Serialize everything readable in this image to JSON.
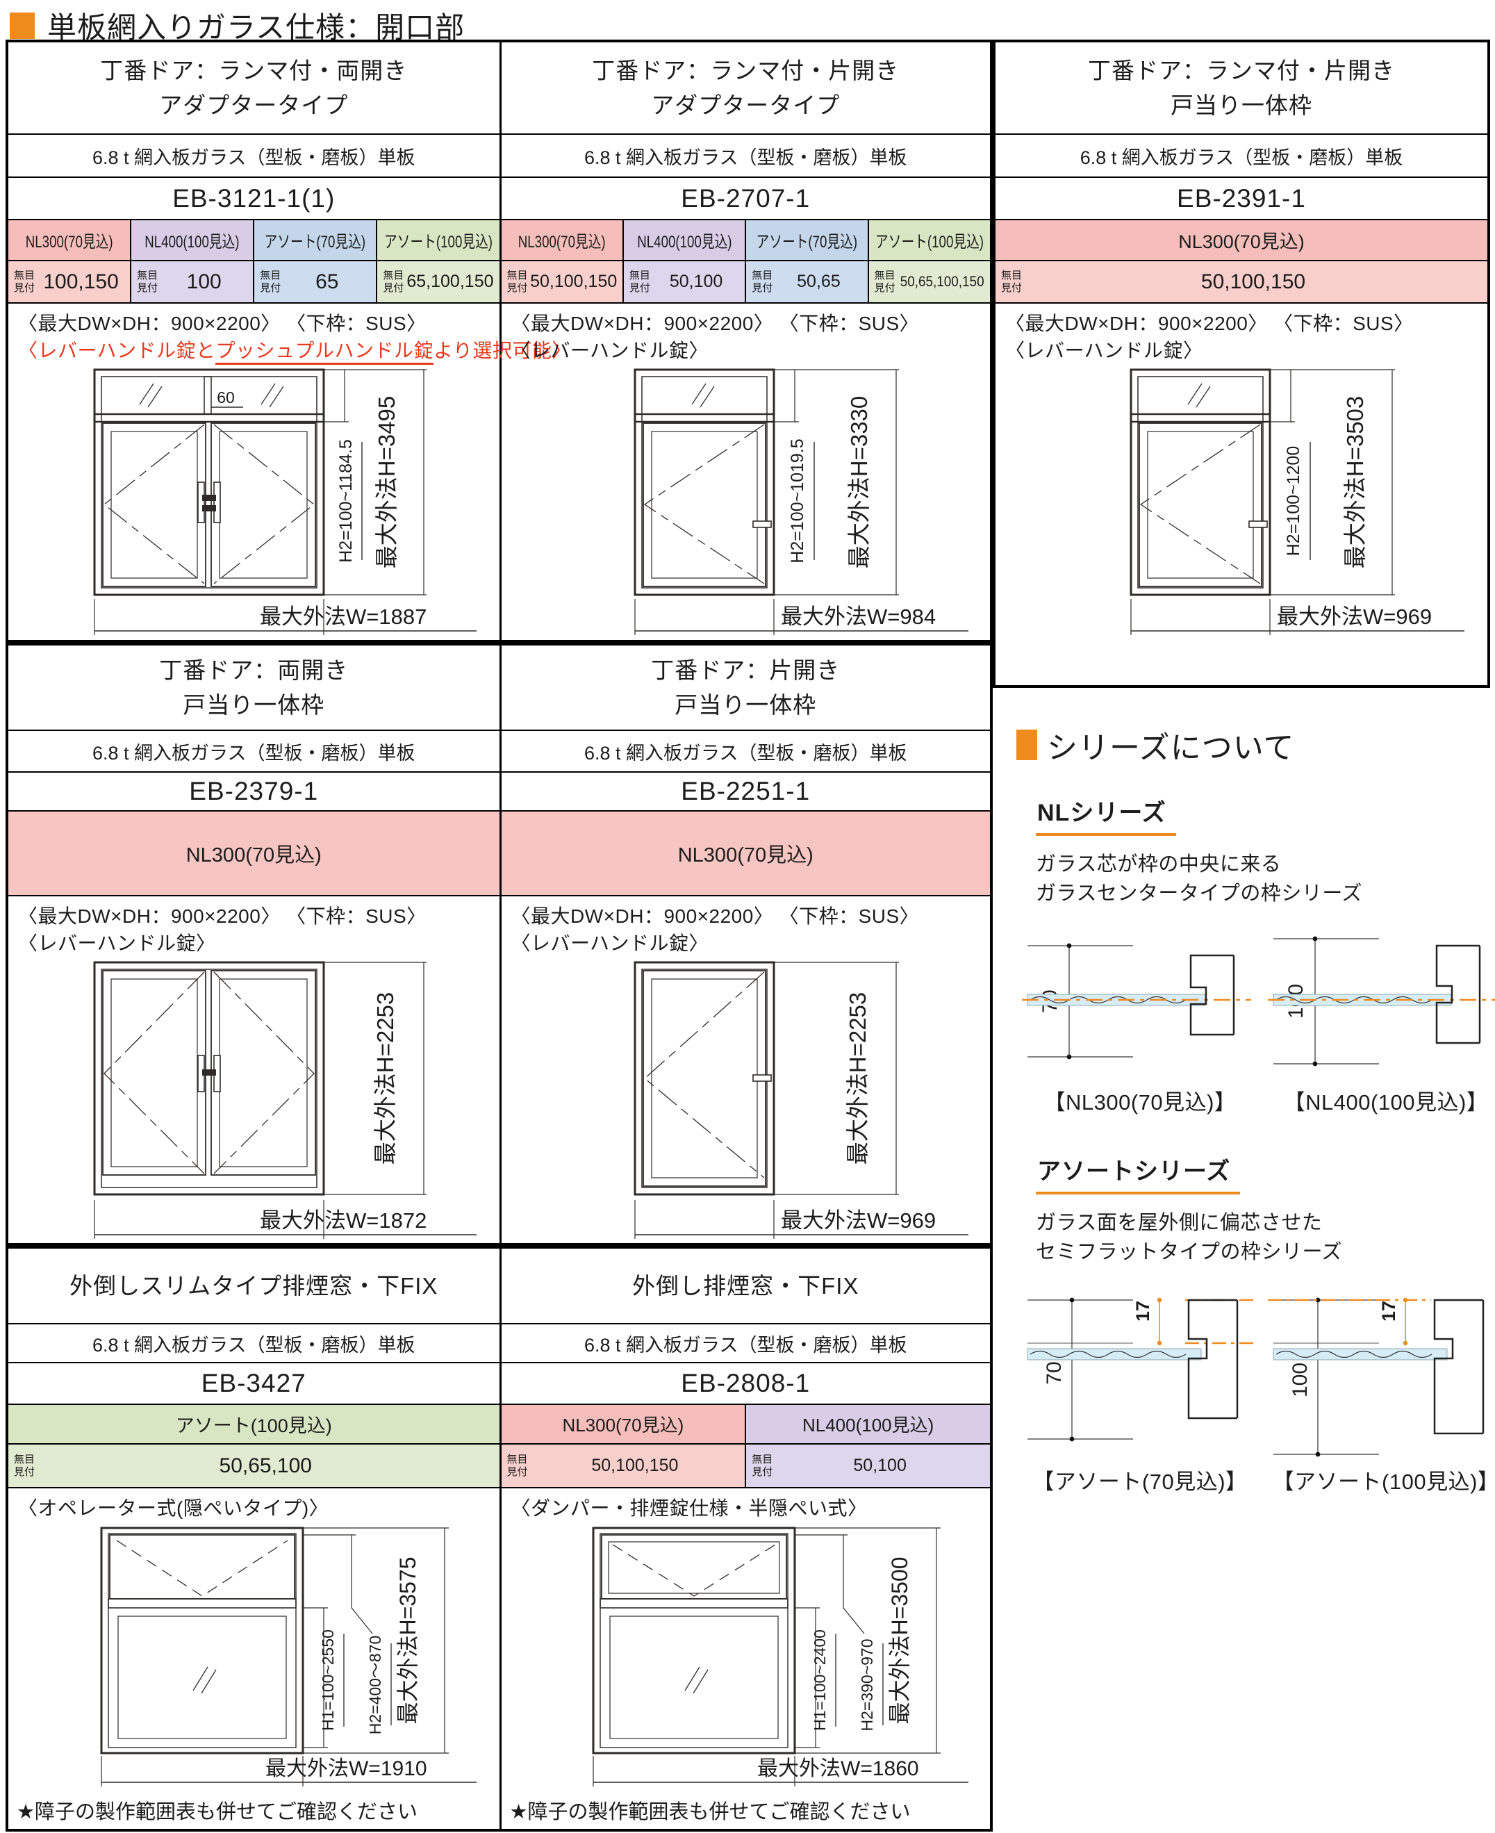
{
  "palette": {
    "accent_orange": "#ef8a1c",
    "warning_red": "#e8391d",
    "series_pink": "#f6beba",
    "series_purple": "#d8cce6",
    "series_blue": "#c4d6ea",
    "series_green": "#d9e6c4",
    "glass_blue": "#d6edf8"
  },
  "header": {
    "title": "単板網入りガラス仕様：開口部"
  },
  "common": {
    "glass_spec": "6.8 t 網入板ガラス（型板・磨板）単板",
    "mujime1": "無目",
    "mujime2": "見付",
    "star_note": "★障子の製作範囲表も併せてご確認ください"
  },
  "cells": {
    "c11": {
      "title1": "丁番ドア：ランマ付・両開き",
      "title2": "アダプタータイプ",
      "code": "EB-3121-1(1)",
      "specs": [
        {
          "name": "NL300(70見込)",
          "color": "pink",
          "value": "100,150"
        },
        {
          "name": "NL400(100見込)",
          "color": "purple",
          "value": "100"
        },
        {
          "name": "アソート(70見込)",
          "color": "blue",
          "value": "65"
        },
        {
          "name": "アソート(100見込)",
          "color": "green",
          "value": "65,100,150"
        }
      ],
      "note1": "〈最大DW×DH：900×2200〉 〈下枠：SUS〉",
      "note2_pre": "〈レバーハンドル錠と",
      "note2_underline": "プッシュプルハンドル錠",
      "note2_post": "より選択可能〉",
      "dim_transom": "60",
      "dim_h2": "H2=100~1184.5",
      "dim_h": "最大外法H=3495",
      "dim_w": "最大外法W=1887"
    },
    "c12": {
      "title1": "丁番ドア：ランマ付・片開き",
      "title2": "アダプタータイプ",
      "code": "EB-2707-1",
      "specs": [
        {
          "name": "NL300(70見込)",
          "color": "pink",
          "value": "50,100,150"
        },
        {
          "name": "NL400(100見込)",
          "color": "purple",
          "value": "50,100"
        },
        {
          "name": "アソート(70見込)",
          "color": "blue",
          "value": "50,65"
        },
        {
          "name": "アソート(100見込)",
          "color": "green",
          "value": "50,65,100,150"
        }
      ],
      "note1": "〈最大DW×DH：900×2200〉 〈下枠：SUS〉",
      "note2": "〈レバーハンドル錠〉",
      "dim_h2": "H2=100~1019.5",
      "dim_h": "最大外法H=3330",
      "dim_w": "最大外法W=984"
    },
    "c13": {
      "title1": "丁番ドア：ランマ付・片開き",
      "title2": "戸当り一体枠",
      "code": "EB-2391-1",
      "specs": [
        {
          "name": "NL300(70見込)",
          "color": "pink",
          "value": "50,100,150"
        }
      ],
      "note1": "〈最大DW×DH：900×2200〉 〈下枠：SUS〉",
      "note2": "〈レバーハンドル錠〉",
      "dim_h2": "H2=100~1200",
      "dim_h": "最大外法H=3503",
      "dim_w": "最大外法W=969"
    },
    "c21": {
      "title1": "丁番ドア：両開き",
      "title2": "戸当り一体枠",
      "code": "EB-2379-1",
      "band_label": "NL300(70見込)",
      "note1": "〈最大DW×DH：900×2200〉 〈下枠：SUS〉",
      "note2": "〈レバーハンドル錠〉",
      "dim_h": "最大外法H=2253",
      "dim_w": "最大外法W=1872"
    },
    "c22": {
      "title1": "丁番ドア：片開き",
      "title2": "戸当り一体枠",
      "code": "EB-2251-1",
      "band_label": "NL300(70見込)",
      "note1": "〈最大DW×DH：900×2200〉 〈下枠：SUS〉",
      "note2": "〈レバーハンドル錠〉",
      "dim_h": "最大外法H=2253",
      "dim_w": "最大外法W=969"
    },
    "c31": {
      "title1": "外倒しスリムタイプ排煙窓・下FIX",
      "code": "EB-3427",
      "specs": [
        {
          "name": "アソート(100見込)",
          "color": "green",
          "value": "50,65,100"
        }
      ],
      "note1": "〈オペレーター式(隠ぺいタイプ)〉",
      "dim_h1": "H1=100~2550",
      "dim_h2": "H2=400～870",
      "dim_h": "最大外法H=3575",
      "dim_w": "最大外法W=1910"
    },
    "c32": {
      "title1": "外倒し排煙窓・下FIX",
      "code": "EB-2808-1",
      "specs": [
        {
          "name": "NL300(70見込)",
          "color": "pink",
          "value": "50,100,150"
        },
        {
          "name": "NL400(100見込)",
          "color": "purple",
          "value": "50,100"
        }
      ],
      "note1": "〈ダンパー・排煙錠仕様・半隠ぺい式〉",
      "dim_h1": "H1=100~2400",
      "dim_h2": "H2=390~970",
      "dim_h": "最大外法H=3500",
      "dim_w": "最大外法W=1860"
    }
  },
  "series": {
    "heading": "シリーズについて",
    "nl": {
      "title": "NLシリーズ",
      "desc1": "ガラス芯が枠の中央に来る",
      "desc2": "ガラスセンタータイプの枠シリーズ",
      "fig1": {
        "dim": "70",
        "caption": "【NL300(70見込)】"
      },
      "fig2": {
        "dim": "100",
        "caption": "【NL400(100見込)】"
      }
    },
    "assort": {
      "title": "アソートシリーズ",
      "desc1": "ガラス面を屋外側に偏芯させた",
      "desc2": "セミフラットタイプの枠シリーズ",
      "offset": "17",
      "fig1": {
        "dim": "70",
        "caption": "【アソート(70見込)】"
      },
      "fig2": {
        "dim": "100",
        "caption": "【アソート(100見込)】"
      }
    }
  }
}
